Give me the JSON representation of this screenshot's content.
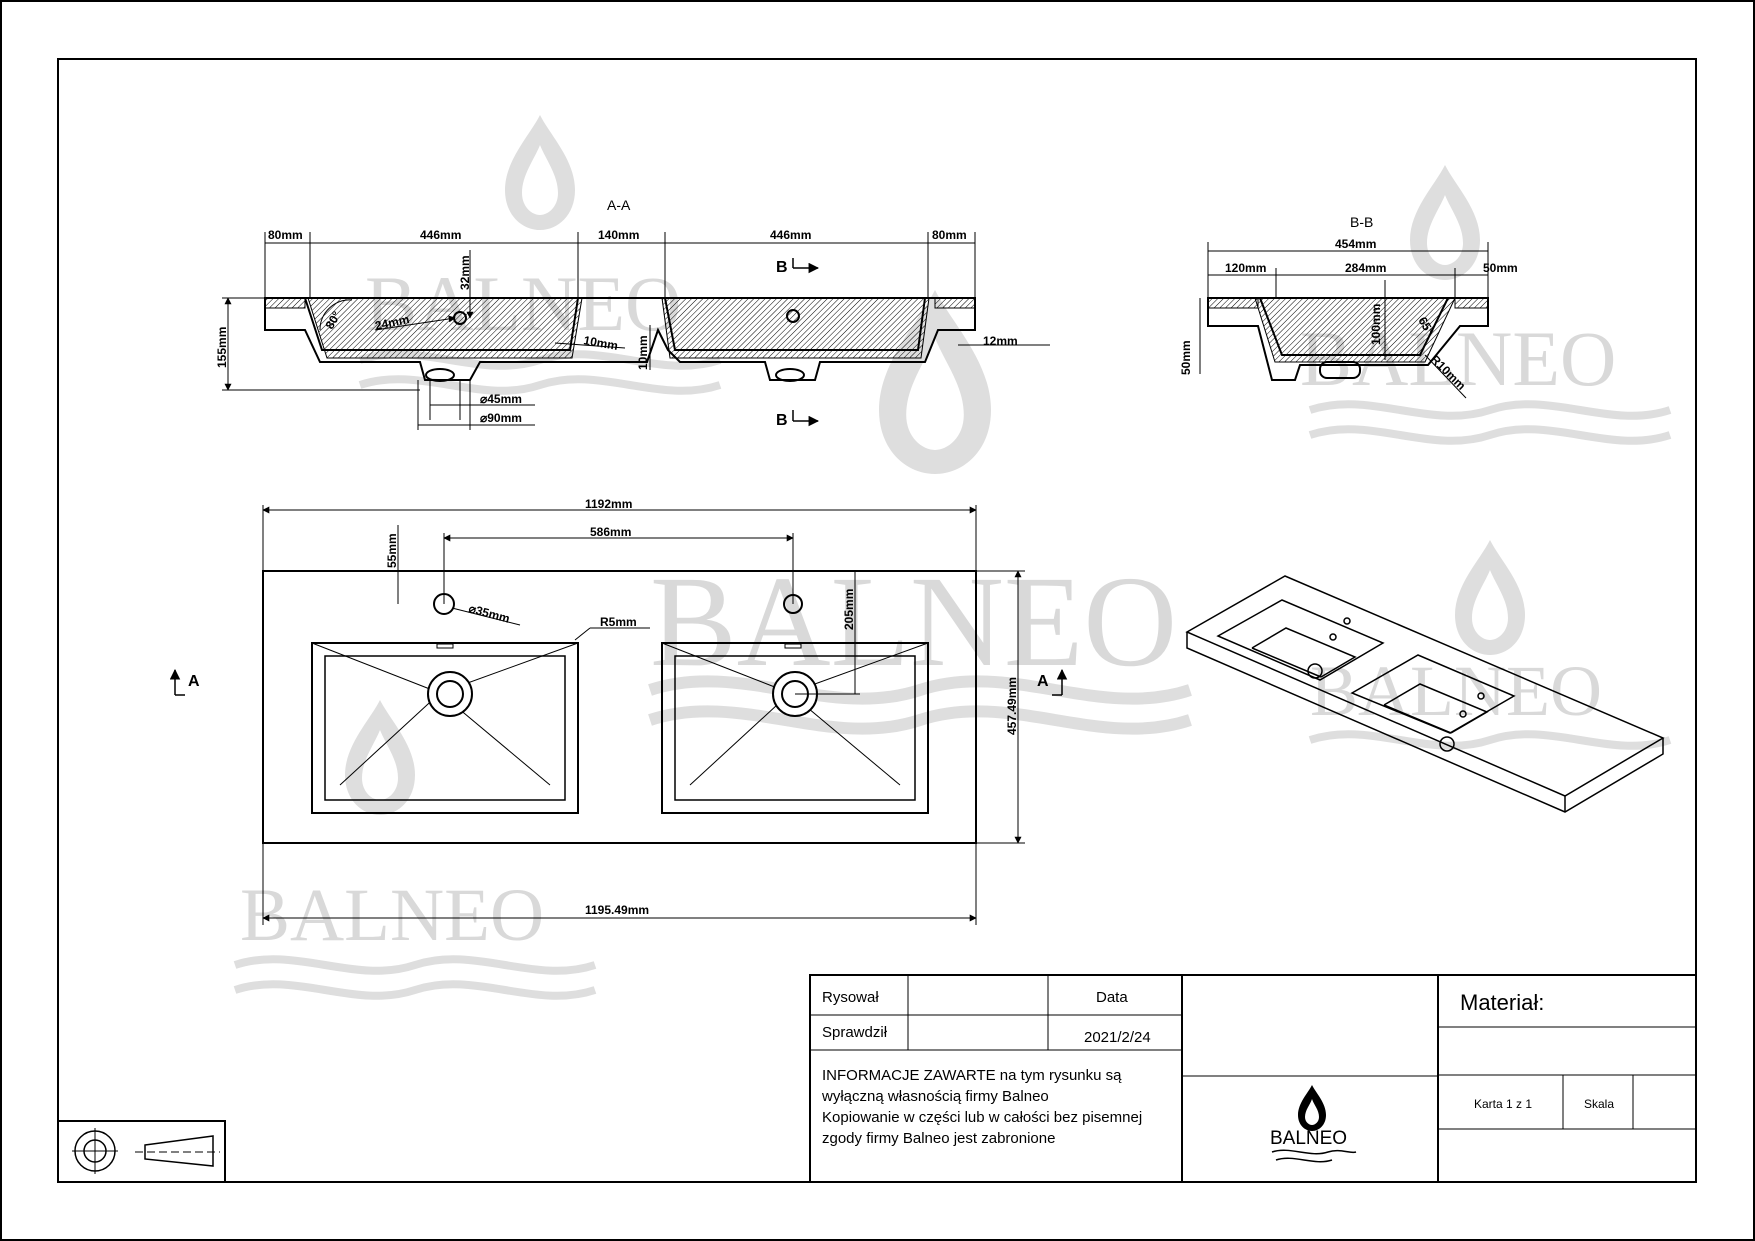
{
  "watermark": {
    "brand": "BALNEO",
    "color": "#d9d9d9"
  },
  "section_aa": {
    "label": "A-A",
    "dims": {
      "w80_left": "80mm",
      "w446_left": "446mm",
      "w140": "140mm",
      "w446_right": "446mm",
      "w80_right": "80mm",
      "h32": "32mm",
      "d24": "24mm",
      "angle80": "80°",
      "h155": "155mm",
      "t10": "10mm",
      "h10": "10mm",
      "t12": "12mm",
      "d45": "45mm",
      "d90": "90mm"
    },
    "cut_b_top": "B",
    "cut_b_bottom": "B"
  },
  "section_bb": {
    "label": "B-B",
    "dims": {
      "w454": "454mm",
      "w120": "120mm",
      "w284": "284mm",
      "w50": "50mm",
      "h100": "100mm",
      "angle65": "65°",
      "h50": "50mm",
      "r10": "R10mm"
    }
  },
  "top_view": {
    "dims": {
      "w1192": "1192mm",
      "w586": "586mm",
      "h55": "55mm",
      "d35": "35mm",
      "r5": "R5mm",
      "h205": "205mm",
      "h457": "457.49mm",
      "w1195": "1195.49mm"
    },
    "cut_a_left": "A",
    "cut_a_right": "A"
  },
  "title_block": {
    "rysowal": "Rysował",
    "sprawdzil": "Sprawdził",
    "data_label": "Data",
    "data_value": "2021/2/24",
    "info_lines": [
      "INFORMACJE ZAWARTE na tym rysunku są",
      "wyłączną własnością firmy Balneo",
      "Kopiowanie w części lub w całości bez pisemnej",
      "zgody firmy Balneo jest zabronione"
    ],
    "logo_text": "BALNEO",
    "material_label": "Materiał:",
    "karta": "Karta 1 z 1",
    "skala": "Skala"
  }
}
